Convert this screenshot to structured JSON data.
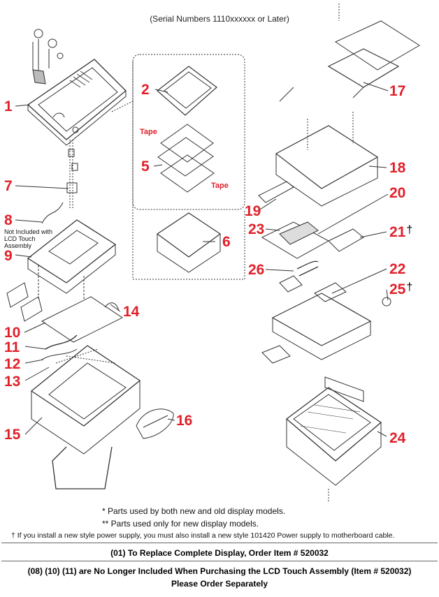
{
  "header": {
    "serial_note": "(Serial Numbers 1110xxxxxx or Later)"
  },
  "callouts": {
    "c1": "1",
    "c2": "2",
    "c5": "5",
    "c6": "6",
    "c7": "7",
    "c8": "8",
    "c9": "9",
    "c10": "10",
    "c11": "11",
    "c12": "12",
    "c13": "13",
    "c14": "14",
    "c15": "15",
    "c16": "16",
    "c17": "17",
    "c18": "18",
    "c19": "19",
    "c20": "20",
    "c21": "21",
    "c22": "22",
    "c23": "23",
    "c24": "24",
    "c25": "25",
    "c26": "26"
  },
  "dagger_mark": "†",
  "tape_label_1": "Tape",
  "tape_label_2": "Tape",
  "not_included_note": "Not Included with LCD Touch Assembly",
  "footnotes": {
    "star": "* Parts used by both new and old display models.",
    "double_star": "** Parts used only for new display models.",
    "dagger": "† If you install a new style power supply, you must also install a new style 101420 Power supply to motherboard cable."
  },
  "order_notes": {
    "replace_display": "(01) To Replace Complete Display, Order Item # 520032",
    "no_longer_included": "(08) (10) (11) are No Longer Included When Purchasing the LCD Touch Assembly (Item # 520032)",
    "order_separately": "Please Order Separately"
  }
}
